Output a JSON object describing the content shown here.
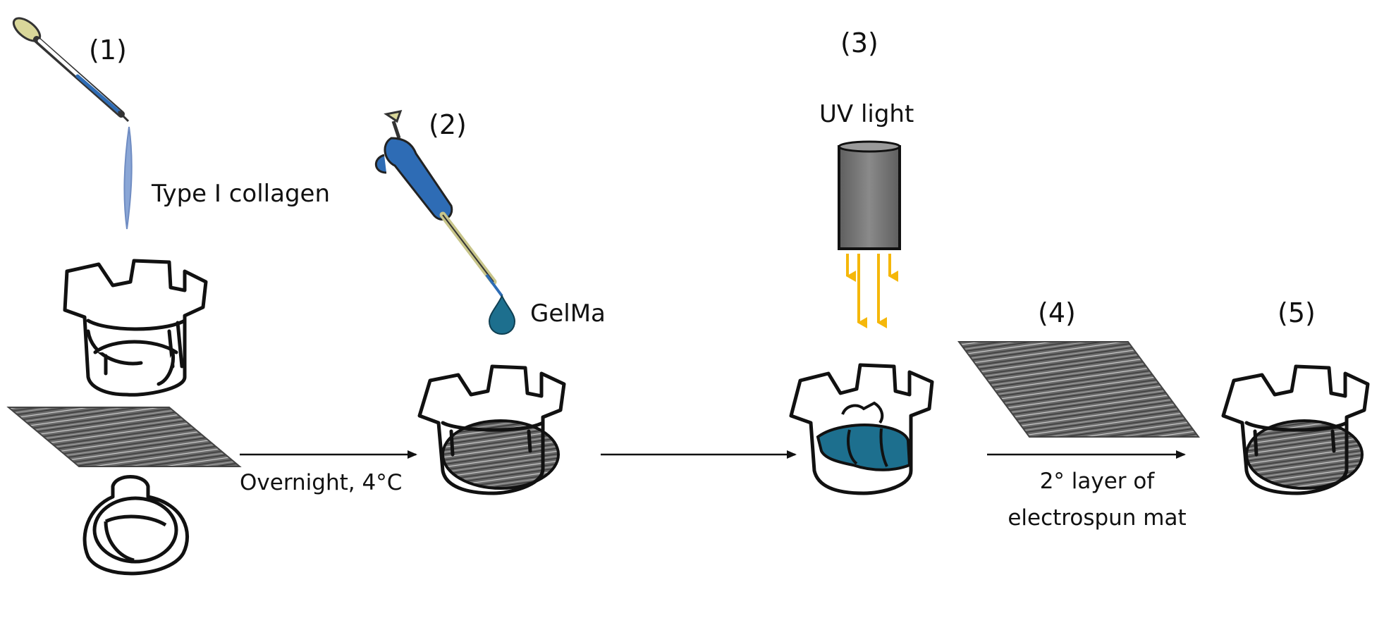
{
  "steps": {
    "s1": "(1)",
    "s2": "(2)",
    "s3": "(3)",
    "s4": "(4)",
    "s5": "(5)"
  },
  "materials": {
    "collagen": "Type I collagen",
    "gelma": "GelMa",
    "uv": "UV light"
  },
  "arrows": {
    "a1": "Overnight, 4°C",
    "a4_line1": "2° layer of",
    "a4_line2": "electrospun mat"
  },
  "colors": {
    "pipette_blue": "#2e6cb5",
    "gelma_teal": "#1d6f8e",
    "uv_arrow": "#f5b70a",
    "uv_lamp": "#7a7a7a",
    "mat_gray": "#555555",
    "collagen_blue": "#8aa6d6"
  }
}
